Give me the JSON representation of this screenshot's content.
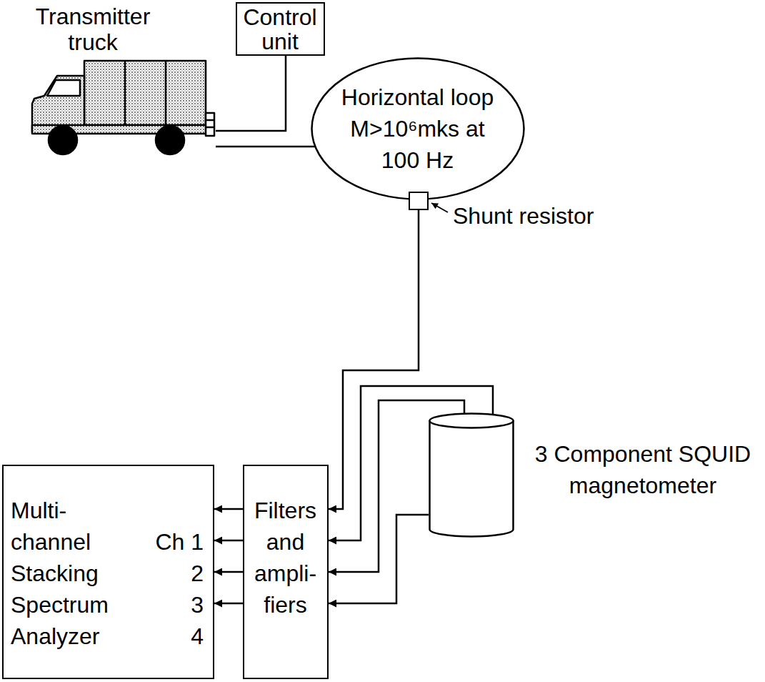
{
  "diagram": {
    "nodes": [
      {
        "text": [
          "Control unit"
        ]
      },
      {
        "text": [
          "Transmitter truck"
        ]
      },
      {
        "text": [
          "Horizontal loop M>10⁶mks at 100 Hz"
        ]
      },
      {
        "text": [
          "Shunt resistor"
        ]
      },
      {
        "text": [
          "3 Component SQUID magnetometer"
        ]
      },
      {
        "text": [
          "Filters and ampli- fiers"
        ]
      },
      {
        "text": [
          "Multi- channel Stacking Spectrum Analyzer",
          "Ch 1",
          "2",
          "3",
          "4"
        ]
      }
    ],
    "edges": [
      {
        "from": 1,
        "to": 0,
        "arrow": "none"
      },
      {
        "from": 1,
        "to": 2,
        "arrow": "none"
      },
      {
        "from": 3,
        "to": 5,
        "arrow": "to"
      },
      {
        "from": 4,
        "to": 5,
        "arrow": "to"
      },
      {
        "from": 4,
        "to": 5,
        "arrow": "to"
      },
      {
        "from": 4,
        "to": 5,
        "arrow": "to"
      },
      {
        "from": 5,
        "to": 6,
        "arrow": "to"
      },
      {
        "from": 5,
        "to": 6,
        "arrow": "to"
      },
      {
        "from": 5,
        "to": 6,
        "arrow": "to"
      },
      {
        "from": 5,
        "to": 6,
        "arrow": "to"
      }
    ]
  }
}
